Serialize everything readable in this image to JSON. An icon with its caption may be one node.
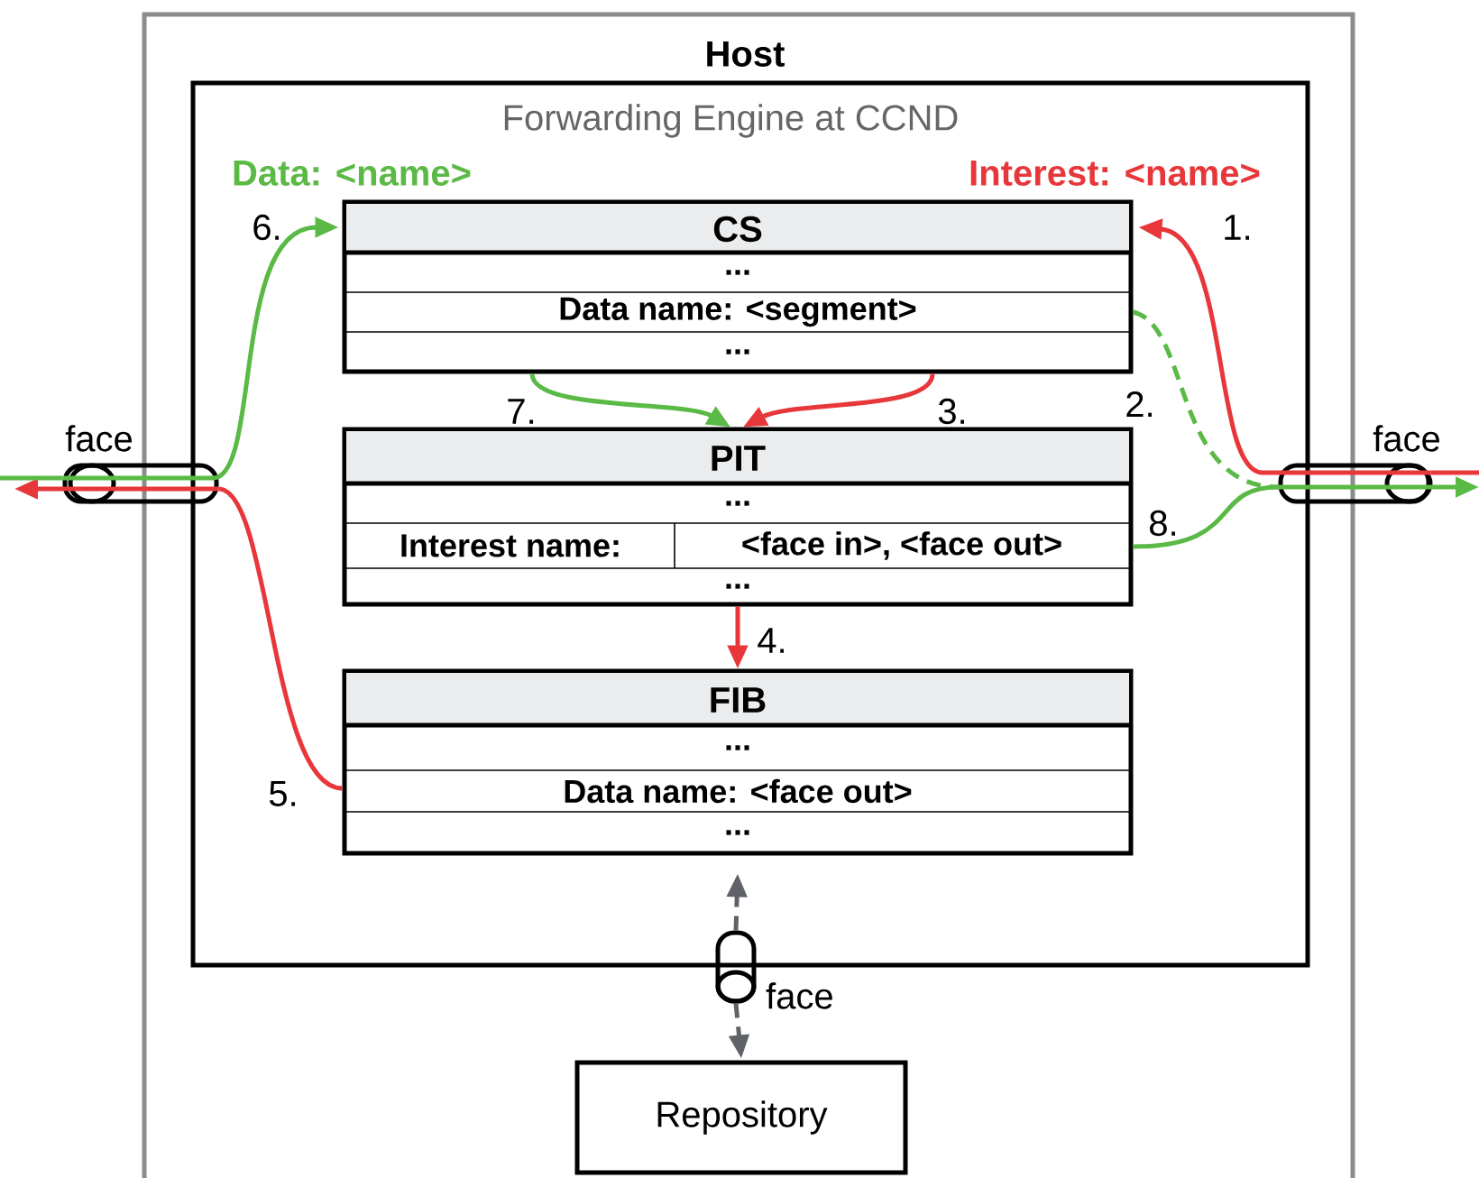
{
  "diagram": {
    "nodes": [
      {
        "text": [
          "Host"
        ]
      },
      {
        "text": [
          "Forwarding Engine at CCND"
        ],
        "in": 0
      },
      {
        "text": [
          "CS",
          "...",
          "Data name: <segment>",
          "..."
        ],
        "in": 1
      },
      {
        "text": [
          "PIT",
          "...",
          "Interest name:",
          "<face in>, <face out>",
          "..."
        ],
        "in": 1
      },
      {
        "text": [
          "FIB",
          "...",
          "Data name: <face out>",
          "..."
        ],
        "in": 1
      },
      {
        "text": [
          "face"
        ]
      },
      {
        "text": [
          "face"
        ]
      },
      {
        "text": [
          "face"
        ],
        "in": 0
      },
      {
        "text": [
          "Repository"
        ],
        "in": 0
      }
    ],
    "edges": [
      {
        "from": null,
        "to": 6,
        "arrow": "none",
        "color": "#e8373a"
      },
      {
        "from": 6,
        "to": 2,
        "arrow": "to",
        "label": "1.",
        "color": "#e8373a"
      },
      {
        "from": 2,
        "to": 6,
        "arrow": "none",
        "label": "2.",
        "style": "dashed",
        "color": "#5bb946"
      },
      {
        "from": 2,
        "to": 3,
        "arrow": "to",
        "label": "3.",
        "color": "#e8373a"
      },
      {
        "from": 3,
        "to": 4,
        "arrow": "to",
        "label": "4.",
        "color": "#e8373a"
      },
      {
        "from": 4,
        "to": 5,
        "arrow": "none",
        "label": "5.",
        "color": "#e8373a"
      },
      {
        "from": 5,
        "to": null,
        "arrow": "to",
        "color": "#e8373a"
      },
      {
        "from": null,
        "to": 5,
        "arrow": "none",
        "color": "#5bb946"
      },
      {
        "from": 5,
        "to": 2,
        "arrow": "to",
        "label": "6.",
        "color": "#5bb946"
      },
      {
        "from": 2,
        "to": 3,
        "arrow": "to",
        "label": "7.",
        "color": "#5bb946"
      },
      {
        "from": 3,
        "to": 6,
        "arrow": "none",
        "label": "8.",
        "color": "#5bb946"
      },
      {
        "from": 6,
        "to": null,
        "arrow": "to",
        "color": "#5bb946"
      },
      {
        "from": 7,
        "to": 4,
        "arrow": "to",
        "style": "dashed",
        "color": "#5f6368"
      },
      {
        "from": 7,
        "to": 8,
        "arrow": "to",
        "style": "dashed",
        "color": "#5f6368"
      }
    ],
    "labels": [
      "Data: <name>",
      "Interest: <name>"
    ]
  }
}
